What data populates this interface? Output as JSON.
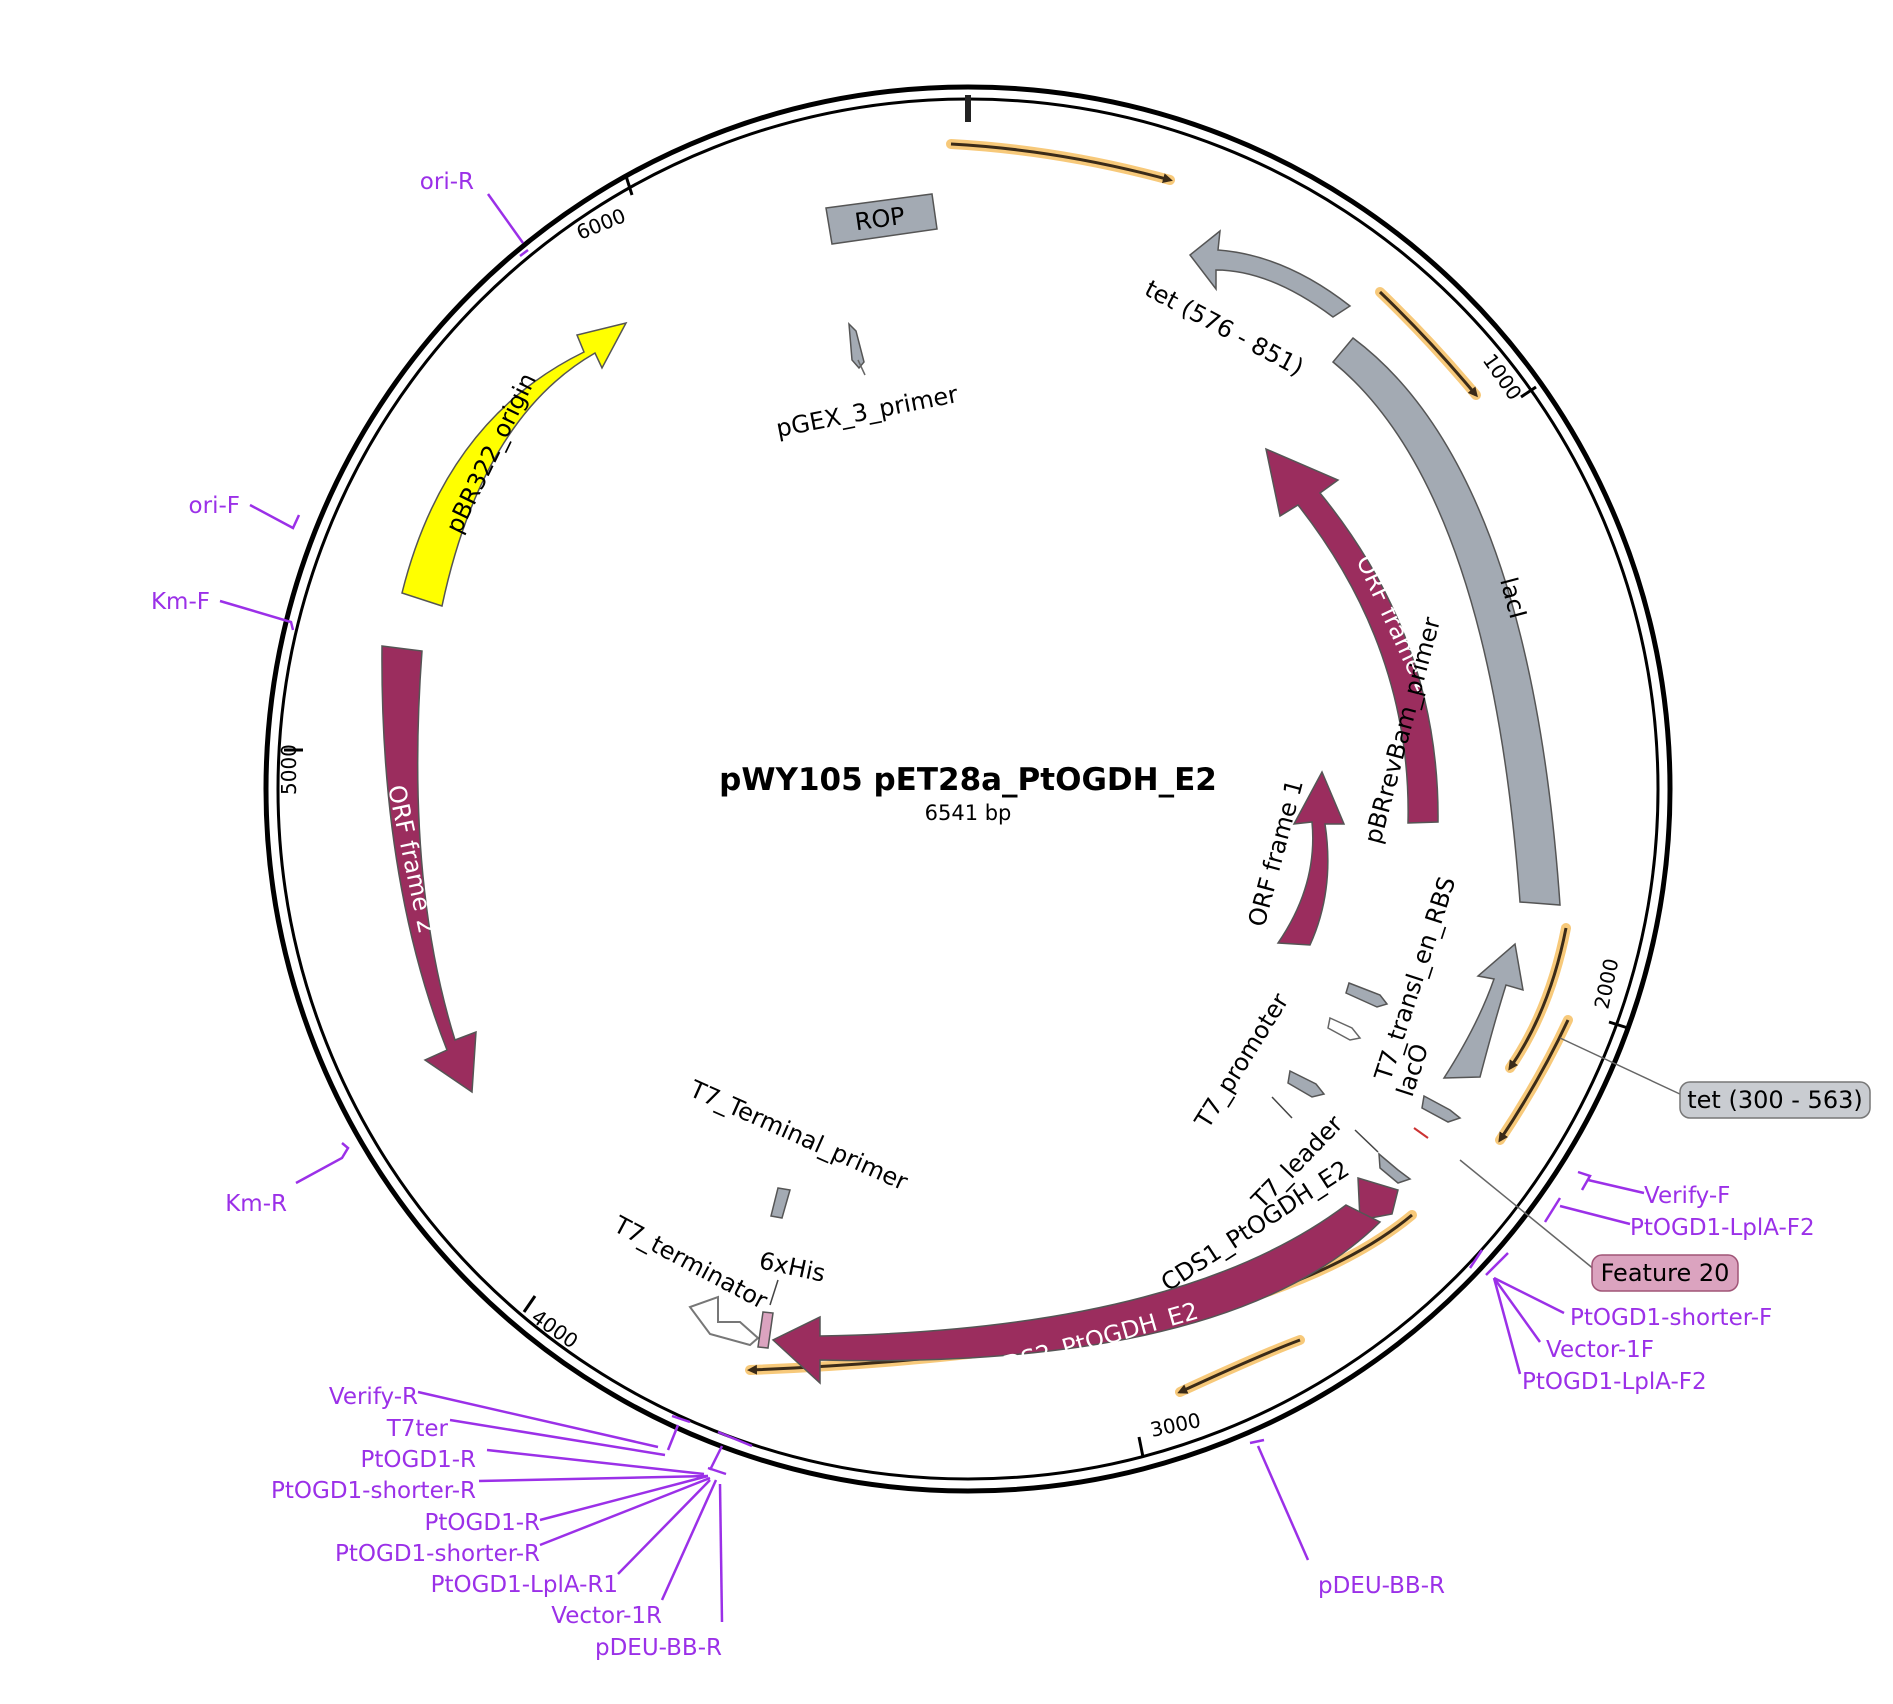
{
  "plasmid": {
    "name": "pWY105 pET28a_PtOGDH_E2",
    "size_label": "6541 bp"
  },
  "ticks": [
    "1000",
    "2000",
    "3000",
    "4000",
    "5000",
    "6000"
  ],
  "features": {
    "rop": "ROP",
    "pgex": "pGEX_3_primer",
    "tet_a": "tet (576 - 851)",
    "laci": "lacI",
    "pbr322": "pBR322_origin",
    "orf2_left": "ORF frame 2",
    "orf2_right": "ORF frame 2",
    "orf1": "ORF frame 1",
    "pbrrev": "pBRrevBam_primer",
    "t7rbs": "T7_transl_en_RBS",
    "laco": "lacO",
    "t7promoter": "T7_promoter",
    "t7leader": "T7_leader",
    "cds1": "CDS1_PtOGDH_E2",
    "cds2": "CDS2_PtOGDH_E2",
    "t7term_primer": "T7_Terminal_primer",
    "t7terminator": "T7_terminator",
    "his": "6xHis"
  },
  "callouts": {
    "tet_b": "tet (300 - 563)",
    "feature20": "Feature 20"
  },
  "primers": {
    "ori_r": "ori-R",
    "ori_f": "ori-F",
    "km_f": "Km-F",
    "km_r": "Km-R",
    "verify_f": "Verify-F",
    "ptogd1_lpla_f2_a": "PtOGD1-LplA-F2",
    "ptogd1_shorter_f": "PtOGD1-shorter-F",
    "vector_1f": "Vector-1F",
    "ptogd1_lpla_f2_b": "PtOGD1-LplA-F2",
    "pdeu_bb_r_bottom": "pDEU-BB-R",
    "verify_r": "Verify-R",
    "t7ter": "T7ter",
    "ptogd1_r_a": "PtOGD1-R",
    "ptogd1_shorter_r_a": "PtOGD1-shorter-R",
    "ptogd1_r_b": "PtOGD1-R",
    "ptogd1_shorter_r_b": "PtOGD1-shorter-R",
    "ptogd1_lpla_r1": "PtOGD1-LplA-R1",
    "vector_1r": "Vector-1R",
    "pdeu_bb_r_left": "pDEU-BB-R"
  },
  "colors": {
    "orf": "#9b2d5e",
    "gene_gray": "#a3aab3",
    "origin": "#ffff00",
    "primer": "#9b30e8",
    "highlight": "#f7c97a",
    "tet_callout": "#c9ccd1",
    "feature20_callout": "#dba3bf"
  }
}
